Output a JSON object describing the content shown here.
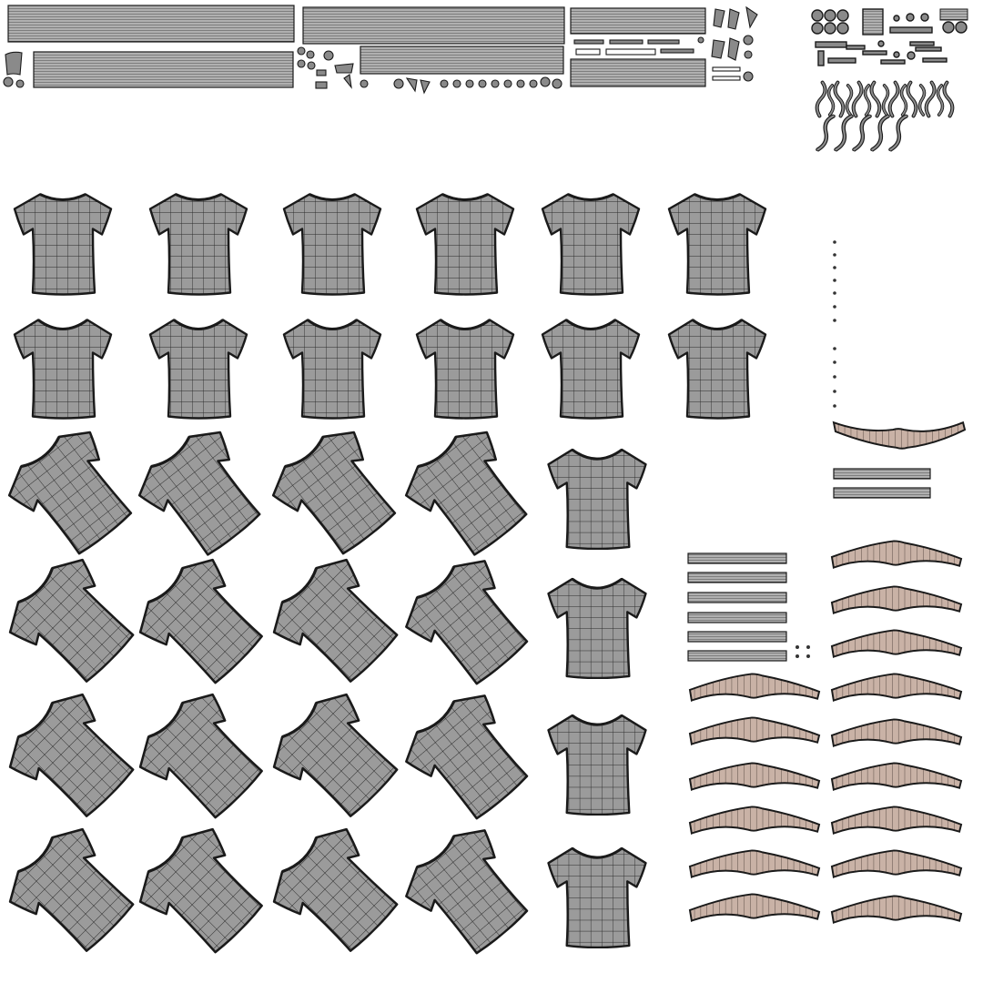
{
  "sheet": {
    "description_visible_text": "",
    "background_color": "#ffffff"
  },
  "palette": {
    "mesh_fill": "#9b9b9b",
    "mesh_line": "#2a2a2a",
    "outline": "#1a1a1a",
    "hanger_fill": "#c9b2a6",
    "strip_fill": "#a3a3a3"
  },
  "groups": {
    "tshirt_front_shells": {
      "count": 6,
      "icon": "tshirt-icon"
    },
    "tshirt_back_shells": {
      "count": 6,
      "icon": "tshirt-icon"
    },
    "tshirt_rotated_shells": {
      "count": 16,
      "icon": "tshirt-icon"
    },
    "tshirt_upright_column": {
      "count": 4,
      "icon": "tshirt-icon"
    },
    "hanger_shells_left": {
      "count": 6,
      "icon": "hanger-icon"
    },
    "hanger_shells_right": {
      "count": 9,
      "icon": "hanger-icon"
    },
    "rail_strips_top": {
      "count": 7,
      "icon": "strip-icon"
    },
    "bar_strips_mid": {
      "count": 6,
      "icon": "strip-icon"
    },
    "hook_curves": {
      "count": 18,
      "icon": "hook-icon"
    },
    "dot_markers": {
      "count": 14,
      "icon": "dot-icon"
    }
  }
}
